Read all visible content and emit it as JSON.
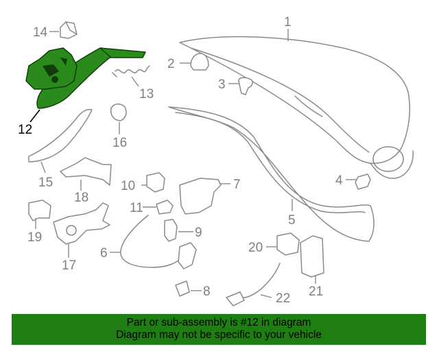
{
  "diagram": {
    "highlight_color": "#2a8a1c",
    "line_color": "#8a8a8a",
    "highlighted_part": "12",
    "callouts": [
      {
        "id": "c1",
        "text": "1"
      },
      {
        "id": "c2",
        "text": "2"
      },
      {
        "id": "c3",
        "text": "3"
      },
      {
        "id": "c4",
        "text": "4"
      },
      {
        "id": "c5",
        "text": "5"
      },
      {
        "id": "c6",
        "text": "6"
      },
      {
        "id": "c7",
        "text": "7"
      },
      {
        "id": "c8",
        "text": "8"
      },
      {
        "id": "c9",
        "text": "9"
      },
      {
        "id": "c10",
        "text": "10"
      },
      {
        "id": "c11",
        "text": "11"
      },
      {
        "id": "c12",
        "text": "12"
      },
      {
        "id": "c13",
        "text": "13"
      },
      {
        "id": "c14",
        "text": "14"
      },
      {
        "id": "c15",
        "text": "15"
      },
      {
        "id": "c16",
        "text": "16"
      },
      {
        "id": "c17",
        "text": "17"
      },
      {
        "id": "c18",
        "text": "18"
      },
      {
        "id": "c19",
        "text": "19"
      },
      {
        "id": "c20",
        "text": "20"
      },
      {
        "id": "c21",
        "text": "21"
      },
      {
        "id": "c22",
        "text": "22"
      }
    ]
  },
  "banner": {
    "background": "#1e7e12",
    "line1": "Part or sub-assembly is #12 in diagram",
    "line2": "Diagram may not be specific to your vehicle"
  }
}
